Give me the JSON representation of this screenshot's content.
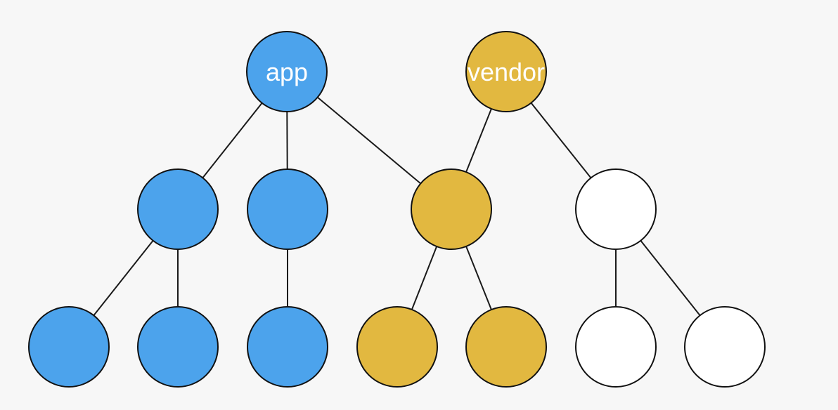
{
  "colors": {
    "app_group": "#4ca3ec",
    "vendor_group": "#e2b840",
    "unassigned": "#ffffff",
    "background": "#f7f7f7"
  },
  "nodes": [
    {
      "id": "app",
      "label": "app",
      "group": "app_group"
    },
    {
      "id": "vendor",
      "label": "vendor",
      "group": "vendor_group"
    },
    {
      "id": "m1",
      "label": "",
      "group": "app_group"
    },
    {
      "id": "m2",
      "label": "",
      "group": "app_group"
    },
    {
      "id": "m3",
      "label": "",
      "group": "vendor_group"
    },
    {
      "id": "m4",
      "label": "",
      "group": "unassigned"
    },
    {
      "id": "l1",
      "label": "",
      "group": "app_group"
    },
    {
      "id": "l2",
      "label": "",
      "group": "app_group"
    },
    {
      "id": "l3",
      "label": "",
      "group": "app_group"
    },
    {
      "id": "l4",
      "label": "",
      "group": "vendor_group"
    },
    {
      "id": "l5",
      "label": "",
      "group": "vendor_group"
    },
    {
      "id": "l6",
      "label": "",
      "group": "unassigned"
    },
    {
      "id": "l7",
      "label": "",
      "group": "unassigned"
    }
  ],
  "edges": [
    [
      "app",
      "m1"
    ],
    [
      "app",
      "m2"
    ],
    [
      "app",
      "m3"
    ],
    [
      "vendor",
      "m3"
    ],
    [
      "vendor",
      "m4"
    ],
    [
      "m1",
      "l1"
    ],
    [
      "m1",
      "l2"
    ],
    [
      "m2",
      "l3"
    ],
    [
      "m3",
      "l4"
    ],
    [
      "m3",
      "l5"
    ],
    [
      "m4",
      "l6"
    ],
    [
      "m4",
      "l7"
    ]
  ]
}
